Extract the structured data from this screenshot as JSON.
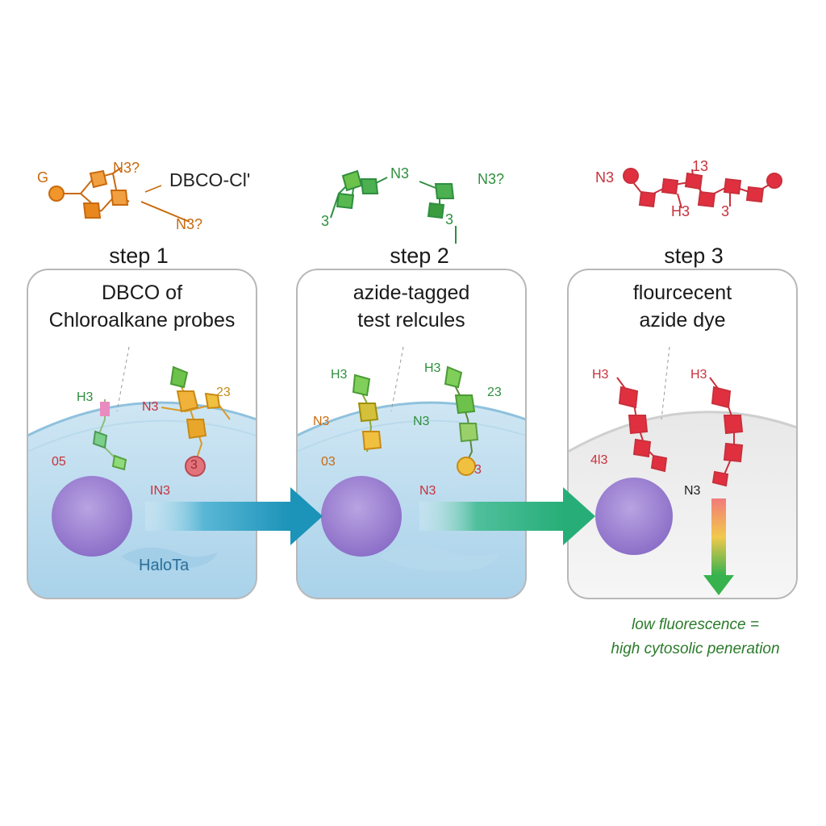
{
  "steps": [
    {
      "step_label": "step 1",
      "title_line1": "DBCO of",
      "title_line2": "Chloroalkane probes",
      "inner_label": "HaloTa",
      "top_molecule": {
        "labels": [
          "N3?",
          "DBCO-Cl'",
          "N3?",
          "G"
        ],
        "color": "#e8871e"
      },
      "inner_labels": [
        "H3",
        "N3",
        "23",
        "05",
        "IN3",
        "3"
      ]
    },
    {
      "step_label": "step 2",
      "title_line1": "azide-tagged",
      "title_line2": "test relcules",
      "top_molecule": {
        "labels": [
          "N3",
          "N3?",
          "3",
          "3"
        ],
        "color": "#3aa64a"
      },
      "inner_labels": [
        "H3",
        "H3",
        "23",
        "N3",
        "N3",
        "03",
        "N3",
        "3"
      ]
    },
    {
      "step_label": "step 3",
      "title_line1": "flourcecent",
      "title_line2": "azide dye",
      "top_molecule": {
        "labels": [
          "N3",
          "13",
          "H3",
          "3"
        ],
        "color": "#e0303f"
      },
      "inner_labels": [
        "H3",
        "H3",
        "4l3",
        "N3"
      ]
    }
  ],
  "result_note_line1": "low fluorescence =",
  "result_note_line2": "high cytosolic peneration",
  "colors": {
    "orange": "#e8871e",
    "green": "#3aa64a",
    "red": "#e0303f",
    "cell_purple": "#a88fd6",
    "arrow_teal": "#1c93b8",
    "arrow_green": "#27ae78"
  }
}
